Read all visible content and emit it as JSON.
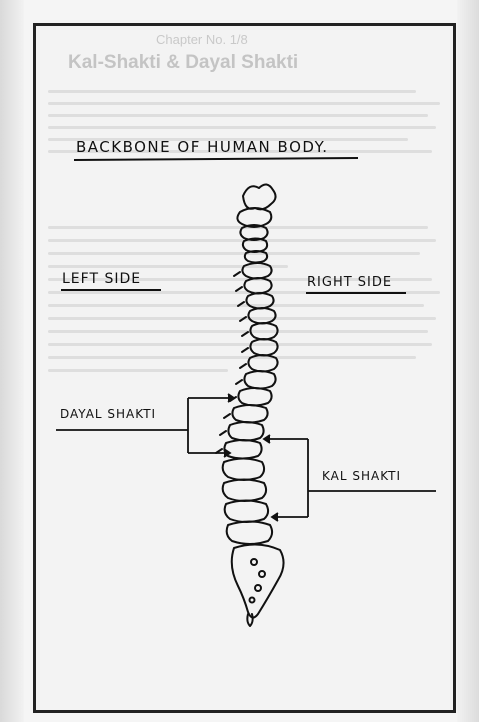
{
  "ghost_text": {
    "chapter_label": "Chapter No. 1/8",
    "heading": "Kal-Shakti & Dayal Shakti"
  },
  "diagram": {
    "title": "BACKBONE OF HUMAN BODY.",
    "left_side_label": "LEFT SIDE",
    "right_side_label": "RIGHT SIDE",
    "dayal_label": "DAYAL SHAKTI",
    "kal_label": "KAL SHAKTI"
  },
  "colors": {
    "ink": "#111111",
    "paper": "#f3f3f3",
    "ghost_text": "#c4c4c4"
  }
}
